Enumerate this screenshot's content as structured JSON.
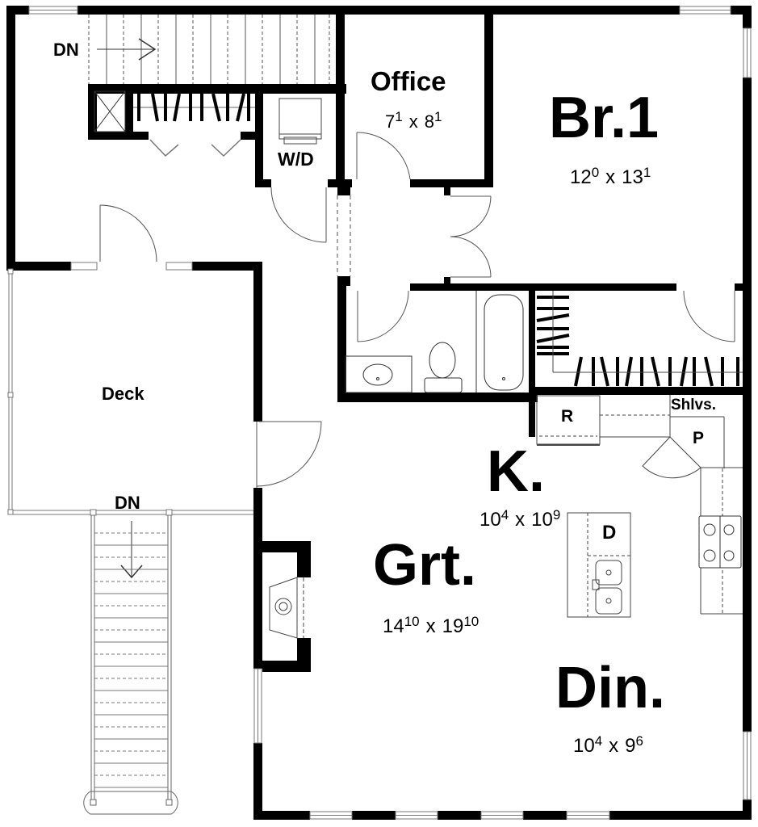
{
  "plan": {
    "colors": {
      "wall": "#000000",
      "line": "#333333",
      "fixture": "#555555",
      "background": "#ffffff"
    },
    "rooms": [
      {
        "id": "office",
        "name": "Office",
        "dims": {
          "w_ft": "7",
          "w_in": "1",
          "l_ft": "8",
          "l_in": "1"
        }
      },
      {
        "id": "br1",
        "name": "Br.1",
        "dims": {
          "w_ft": "12",
          "w_in": "0",
          "l_ft": "13",
          "l_in": "1"
        }
      },
      {
        "id": "kitchen",
        "name": "K.",
        "dims": {
          "w_ft": "10",
          "w_in": "4",
          "l_ft": "10",
          "l_in": "9"
        }
      },
      {
        "id": "great",
        "name": "Grt.",
        "dims": {
          "w_ft": "14",
          "w_in": "10",
          "l_ft": "19",
          "l_in": "10"
        }
      },
      {
        "id": "dining",
        "name": "Din.",
        "dims": {
          "w_ft": "10",
          "w_in": "4",
          "l_ft": "9",
          "l_in": "6"
        }
      },
      {
        "id": "deck",
        "name": "Deck"
      }
    ],
    "labels": {
      "stair_top_dn": "DN",
      "stair_deck_dn": "DN",
      "laundry": "W/D",
      "refrigerator": "R",
      "shelves": "Shlvs.",
      "pantry": "P",
      "dishwasher": "D",
      "dim_separator": "x"
    }
  }
}
